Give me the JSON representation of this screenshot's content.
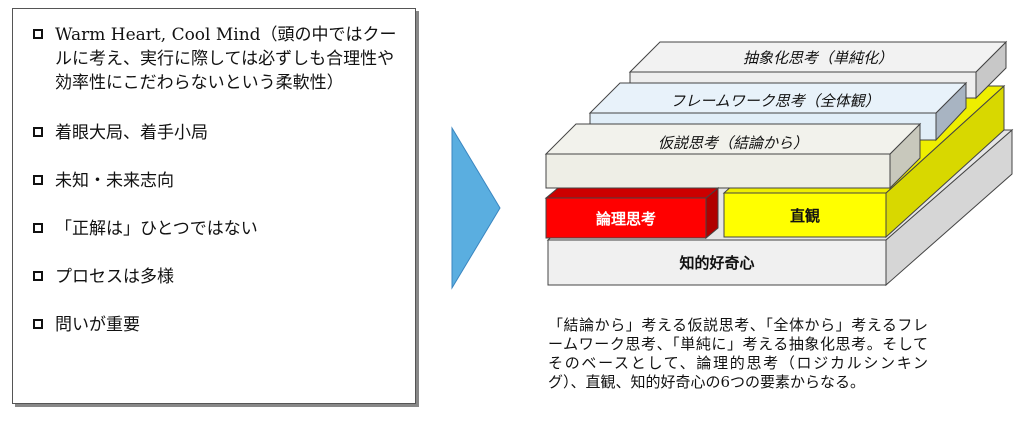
{
  "list": {
    "items": [
      "Warm Heart, Cool Mind（頭の中ではクールに考え、実行に際しては必ずしも合理性や効率性にこだわらないという柔軟性）",
      "着眼大局、着手小局",
      "未知・未来志向",
      "「正解は」ひとつではない",
      "プロセスは多様",
      "問いが重要"
    ]
  },
  "diagram": {
    "layers": {
      "abstraction": "抽象化思考（単純化）",
      "framework": "フレームワーク思考（全体観）",
      "hypothesis": "仮説思考（結論から）",
      "logical": "論理思考",
      "intuition": "直観",
      "curiosity": "知的好奇心"
    },
    "colors": {
      "abstraction": "#eeeeee",
      "framework": "#e1eef8",
      "hypothesis": "#eeeee6",
      "logical": "#ff0000",
      "intuition": "#ffff00",
      "curiosity": "#f0f0f0",
      "arrow": "#5aaee0"
    }
  },
  "caption": "「結論から」考える仮説思考、「全体から」考えるフレームワーク思考、「単純に」考える抽象化思考。そしてそのベースとして、論理的思考（ロジカルシンキング）、直観、知的好奇心の6つの要素からなる。"
}
